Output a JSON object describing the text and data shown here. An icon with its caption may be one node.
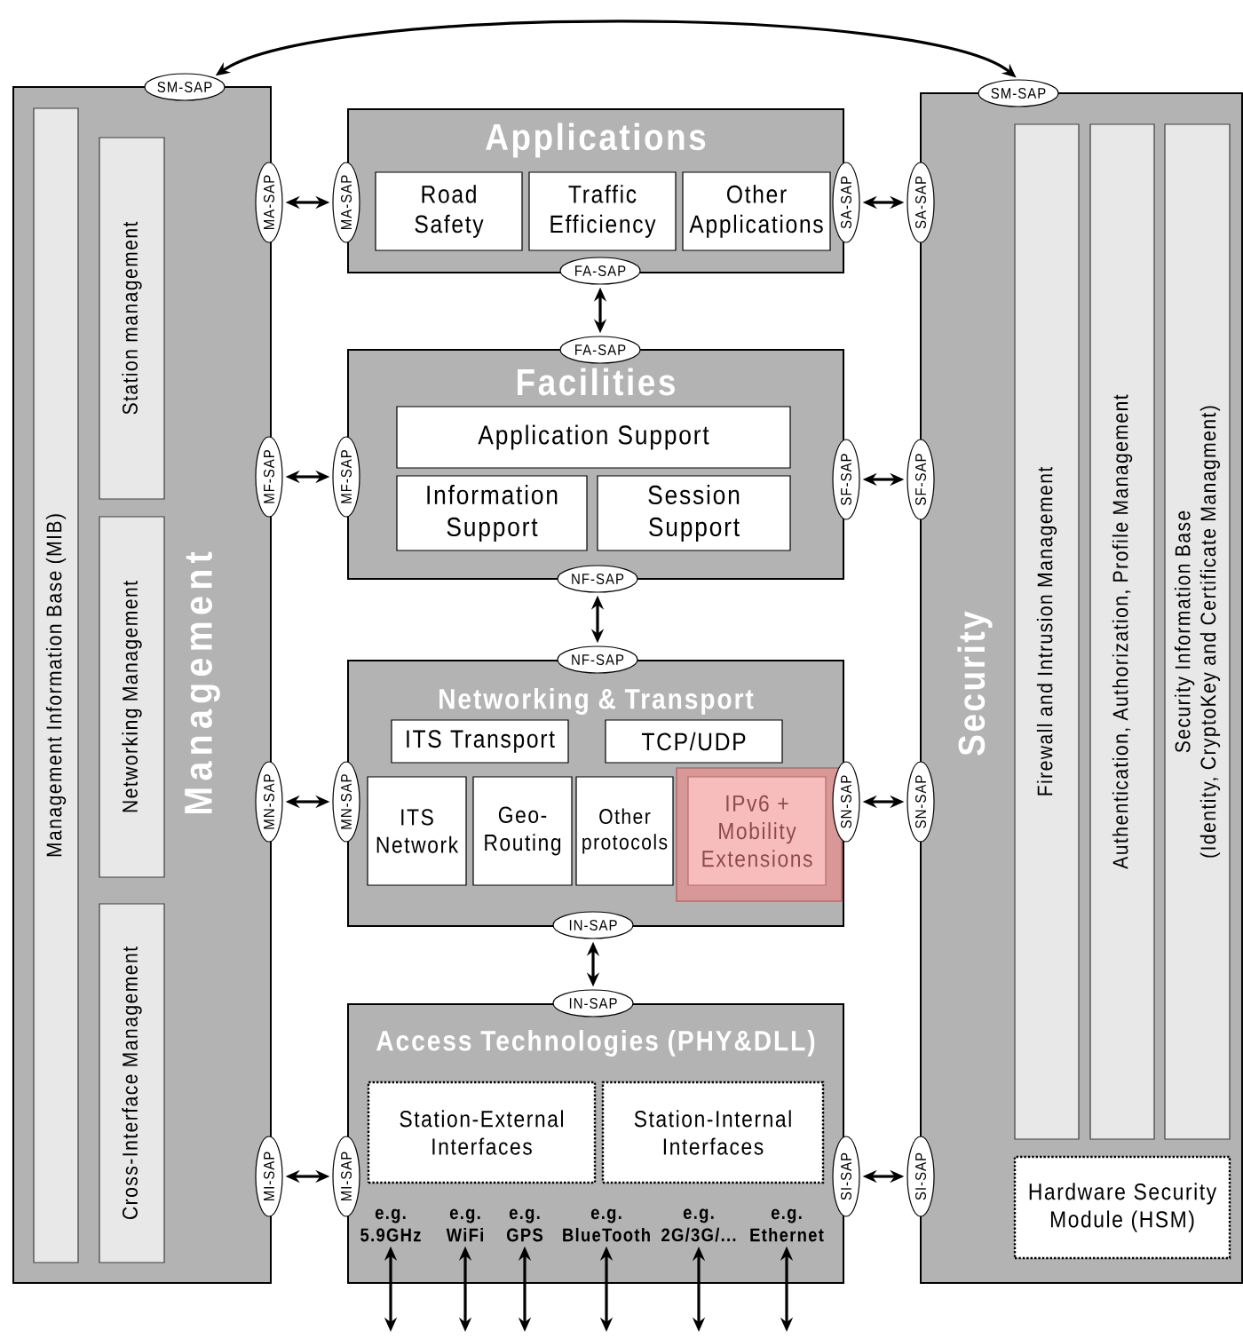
{
  "diagram": {
    "nodes": [
      {
        "text": [
          "Management"
        ]
      },
      {
        "text": [
          "Management Information Base (MIB)"
        ],
        "in": 0
      },
      {
        "text": [
          "Station management"
        ],
        "in": 0
      },
      {
        "text": [
          "Networking Management"
        ],
        "in": 0
      },
      {
        "text": [
          "Cross-Interface Management"
        ],
        "in": 0
      },
      {
        "text": [
          "SM-SAP"
        ]
      },
      {
        "text": [
          "SM-SAP"
        ]
      },
      {
        "text": [
          "Applications"
        ]
      },
      {
        "text": [
          "Road Safety"
        ],
        "in": 7
      },
      {
        "text": [
          "Traffic Efficiency"
        ],
        "in": 7
      },
      {
        "text": [
          "Other Applications"
        ],
        "in": 7
      },
      {
        "text": [
          "MA-SAP"
        ]
      },
      {
        "text": [
          "MA-SAP"
        ]
      },
      {
        "text": [
          "SA-SAP"
        ]
      },
      {
        "text": [
          "SA-SAP"
        ]
      },
      {
        "text": [
          "FA-SAP"
        ]
      },
      {
        "text": [
          "FA-SAP"
        ]
      },
      {
        "text": [
          "Facilities"
        ]
      },
      {
        "text": [
          "Application Support"
        ],
        "in": 17
      },
      {
        "text": [
          "Information Support"
        ],
        "in": 17
      },
      {
        "text": [
          "Session Support"
        ],
        "in": 17
      },
      {
        "text": [
          "MF-SAP"
        ]
      },
      {
        "text": [
          "MF-SAP"
        ]
      },
      {
        "text": [
          "SF-SAP"
        ]
      },
      {
        "text": [
          "SF-SAP"
        ]
      },
      {
        "text": [
          "NF-SAP"
        ]
      },
      {
        "text": [
          "NF-SAP"
        ]
      },
      {
        "text": [
          "Networking & Transport"
        ]
      },
      {
        "text": [
          "ITS Transport"
        ],
        "in": 27
      },
      {
        "text": [
          "TCP/UDP"
        ],
        "in": 27
      },
      {
        "text": [
          "ITS Network"
        ],
        "in": 27
      },
      {
        "text": [
          "Geo-Routing"
        ],
        "in": 27
      },
      {
        "text": [
          "Other protocols"
        ],
        "in": 27
      },
      {
        "text": [],
        "shape": "box",
        "in": 27
      },
      {
        "text": [
          "IPv6 + Mobility Extensions"
        ],
        "in": 33
      },
      {
        "text": [
          "MN-SAP"
        ]
      },
      {
        "text": [
          "MN-SAP"
        ]
      },
      {
        "text": [
          "SN-SAP"
        ]
      },
      {
        "text": [
          "SN-SAP"
        ]
      },
      {
        "text": [
          "IN-SAP"
        ]
      },
      {
        "text": [
          "IN-SAP"
        ]
      },
      {
        "text": [
          "Access Technologies  (PHY&DLL)"
        ]
      },
      {
        "text": [
          "Station-External Interfaces"
        ],
        "in": 41
      },
      {
        "text": [
          "Station-Internal Interfaces"
        ],
        "in": 41
      },
      {
        "text": [
          "e.g. 5.9GHz"
        ],
        "in": 41
      },
      {
        "text": [
          "e.g. WiFi"
        ],
        "in": 41
      },
      {
        "text": [
          "e.g. GPS"
        ],
        "in": 41
      },
      {
        "text": [
          "e.g. BlueTooth"
        ],
        "in": 41
      },
      {
        "text": [
          "e.g. 2G/3G/..."
        ],
        "in": 41
      },
      {
        "text": [
          "e.g. Ethernet"
        ],
        "in": 41
      },
      {
        "text": [
          "MI-SAP"
        ]
      },
      {
        "text": [
          "MI-SAP"
        ]
      },
      {
        "text": [
          "SI-SAP"
        ]
      },
      {
        "text": [
          "SI-SAP"
        ]
      },
      {
        "text": [
          "Security"
        ]
      },
      {
        "text": [
          "Firewall and Intrusion Management"
        ],
        "in": 54
      },
      {
        "text": [
          "Authentication, Authorization, Profile Management"
        ],
        "in": 54
      },
      {
        "text": [
          "Security Information Base",
          "(Identity, CryptoKey and Certificate Managment)"
        ],
        "in": 54
      },
      {
        "text": [
          "Hardware Security Module (HSM)"
        ],
        "in": 54
      }
    ],
    "edges": [
      {
        "from": 5,
        "to": 6,
        "arrow": "both"
      },
      {
        "from": 11,
        "to": 12,
        "arrow": "both"
      },
      {
        "from": 13,
        "to": 14,
        "arrow": "both"
      },
      {
        "from": 15,
        "to": 16,
        "arrow": "both"
      },
      {
        "from": 21,
        "to": 22,
        "arrow": "both"
      },
      {
        "from": 23,
        "to": 24,
        "arrow": "both"
      },
      {
        "from": 25,
        "to": 26,
        "arrow": "both"
      },
      {
        "from": 35,
        "to": 36,
        "arrow": "both"
      },
      {
        "from": 37,
        "to": 38,
        "arrow": "both"
      },
      {
        "from": 39,
        "to": 40,
        "arrow": "both"
      },
      {
        "from": 50,
        "to": 51,
        "arrow": "both"
      },
      {
        "from": 52,
        "to": 53,
        "arrow": "both"
      },
      {
        "from": 44,
        "to": null,
        "arrow": "both"
      },
      {
        "from": 45,
        "to": null,
        "arrow": "both"
      },
      {
        "from": 46,
        "to": null,
        "arrow": "both"
      },
      {
        "from": 47,
        "to": null,
        "arrow": "both"
      },
      {
        "from": 48,
        "to": null,
        "arrow": "both"
      },
      {
        "from": 49,
        "to": null,
        "arrow": "both"
      }
    ]
  }
}
